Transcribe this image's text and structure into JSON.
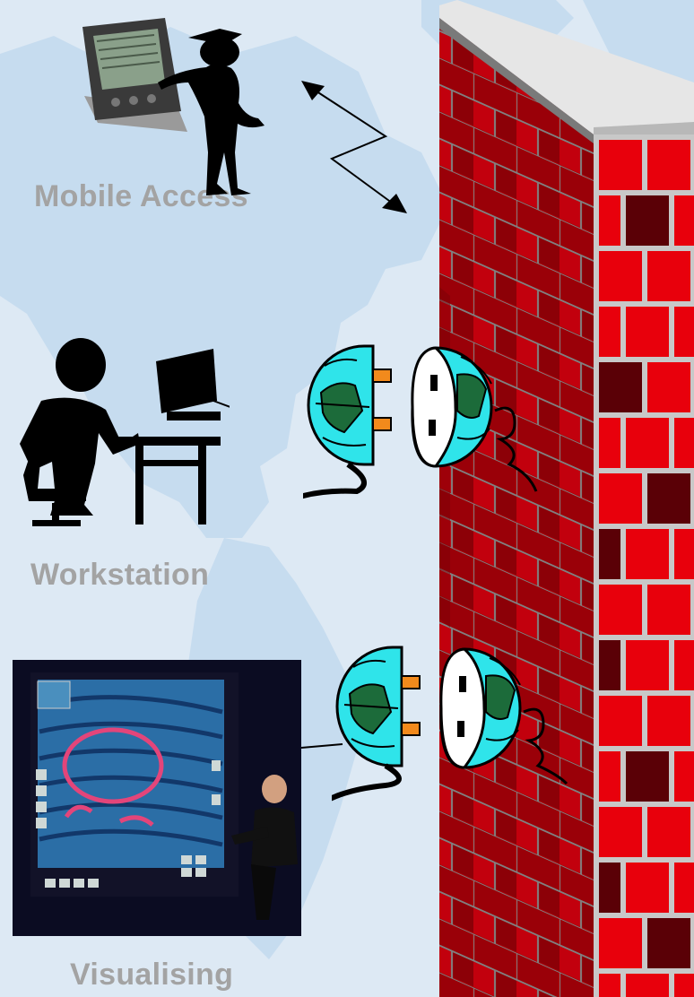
{
  "labels": {
    "mobile_access": "Mobile Access",
    "workstation": "Workstation",
    "visualising": "Visualising"
  },
  "colors": {
    "background": "#dde9f4",
    "world_map": "#c6dcef",
    "label_text": "#a3a3a3",
    "brick_front_light": "#e8000c",
    "brick_front_dark": "#5a0006",
    "brick_side": "#a3000a",
    "mortar": "#c8c8c8",
    "wall_cap_top": "#e0e0e0",
    "globe_water": "#2fe4ea",
    "globe_land": "#1c6b3a",
    "plug_prongs": "#f28a1c"
  },
  "icons": {
    "pda": "pda-icon",
    "person": "standing-person-silhouette",
    "signal": "wireless-signal-arrow",
    "computer_user": "computer-user-silhouette",
    "firewall": "brick-wall-firewall",
    "plug": "globe-plug-icon",
    "socket": "globe-socket-icon",
    "vis_photo": "visualisation-wall-photo"
  }
}
